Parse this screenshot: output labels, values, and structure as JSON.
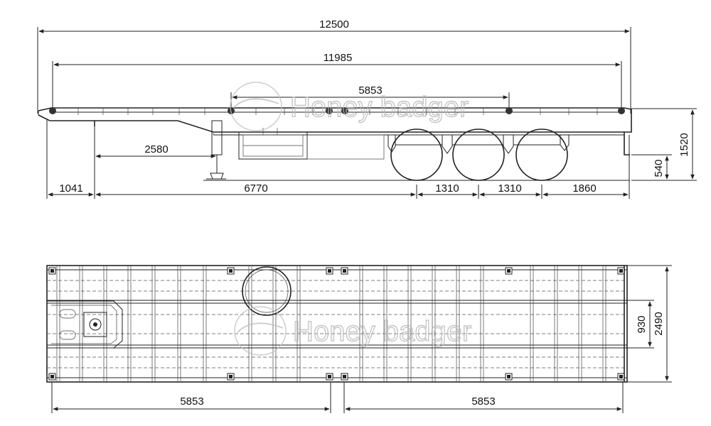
{
  "side_view": {
    "overall_length": "12500",
    "deck_length": "11985",
    "twistlock_spacing": "5853",
    "landing_gear_offset": "2580",
    "front_overhang": "1041",
    "kingpin_to_axle": "6770",
    "axle_spacing_1": "1310",
    "axle_spacing_2": "1310",
    "rear_overhang": "1860",
    "height_total": "1520",
    "height_lower": "540"
  },
  "top_view": {
    "overall_width": "2490",
    "beam_width": "930",
    "front_twistlock_spacing": "5853",
    "rear_twistlock_spacing": "5853"
  },
  "watermark": {
    "brand": "Honey badger"
  }
}
